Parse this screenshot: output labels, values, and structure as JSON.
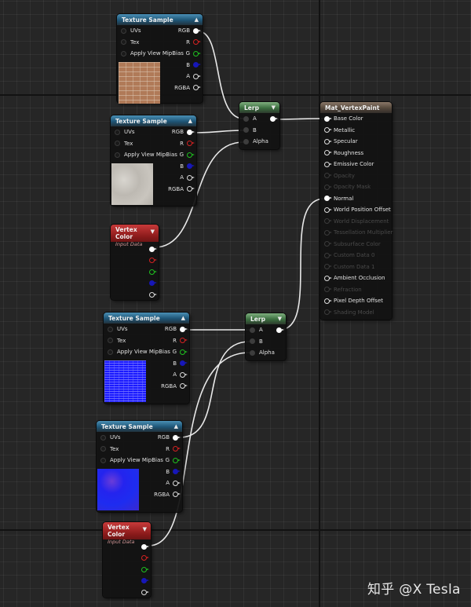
{
  "canvas": {
    "background": "#262626",
    "major_grid_lines": {
      "horizontal_y": [
        120,
        674
      ],
      "vertical_x": [
        406
      ]
    }
  },
  "nodes": {
    "tex1": {
      "title": "Texture Sample",
      "inputs": [
        "UVs",
        "Tex",
        "Apply View MipBias"
      ],
      "outputs": [
        "RGB",
        "R",
        "G",
        "B",
        "A",
        "RGBA"
      ],
      "thumbnail": "brick-diffuse"
    },
    "tex2": {
      "title": "Texture Sample",
      "inputs": [
        "UVs",
        "Tex",
        "Apply View MipBias"
      ],
      "outputs": [
        "RGB",
        "R",
        "G",
        "B",
        "A",
        "RGBA"
      ],
      "thumbnail": "concrete-diffuse"
    },
    "vc1": {
      "title": "Vertex Color",
      "subtitle": "Input Data"
    },
    "tex3": {
      "title": "Texture Sample",
      "inputs": [
        "UVs",
        "Tex",
        "Apply View MipBias"
      ],
      "outputs": [
        "RGB",
        "R",
        "G",
        "B",
        "A",
        "RGBA"
      ],
      "thumbnail": "brick-normal"
    },
    "tex4": {
      "title": "Texture Sample",
      "inputs": [
        "UVs",
        "Tex",
        "Apply View MipBias"
      ],
      "outputs": [
        "RGB",
        "R",
        "G",
        "B",
        "A",
        "RGBA"
      ],
      "thumbnail": "concrete-normal"
    },
    "vc2": {
      "title": "Vertex Color",
      "subtitle": "Input Data"
    },
    "lerp1": {
      "title": "Lerp",
      "inputs": [
        "A",
        "B",
        "Alpha"
      ]
    },
    "lerp2": {
      "title": "Lerp",
      "inputs": [
        "A",
        "B",
        "Alpha"
      ]
    },
    "material": {
      "title": "Mat_VertexPaint",
      "inputs": [
        {
          "label": "Base Color",
          "enabled": true,
          "connected": true
        },
        {
          "label": "Metallic",
          "enabled": true,
          "connected": false
        },
        {
          "label": "Specular",
          "enabled": true,
          "connected": false
        },
        {
          "label": "Roughness",
          "enabled": true,
          "connected": false
        },
        {
          "label": "Emissive Color",
          "enabled": true,
          "connected": false
        },
        {
          "label": "Opacity",
          "enabled": false,
          "connected": false
        },
        {
          "label": "Opacity Mask",
          "enabled": false,
          "connected": false
        },
        {
          "label": "Normal",
          "enabled": true,
          "connected": true
        },
        {
          "label": "World Position Offset",
          "enabled": true,
          "connected": false
        },
        {
          "label": "World Displacement",
          "enabled": false,
          "connected": false
        },
        {
          "label": "Tessellation Multiplier",
          "enabled": false,
          "connected": false
        },
        {
          "label": "Subsurface Color",
          "enabled": false,
          "connected": false
        },
        {
          "label": "Custom Data 0",
          "enabled": false,
          "connected": false
        },
        {
          "label": "Custom Data 1",
          "enabled": false,
          "connected": false
        },
        {
          "label": "Ambient Occlusion",
          "enabled": true,
          "connected": false
        },
        {
          "label": "Refraction",
          "enabled": false,
          "connected": false
        },
        {
          "label": "Pixel Depth Offset",
          "enabled": true,
          "connected": false
        },
        {
          "label": "Shading Model",
          "enabled": false,
          "connected": false
        }
      ]
    }
  },
  "pin_colors": {
    "R": "#d42121",
    "G": "#1fbf1f",
    "B": "#1717b8",
    "A": "#dcdcdc",
    "RGBA": "#dcdcdc",
    "RGB": "#ffffff"
  },
  "icons": {
    "collapse": "▲",
    "expand": "▼"
  },
  "watermark": "知乎 @X Tesla"
}
